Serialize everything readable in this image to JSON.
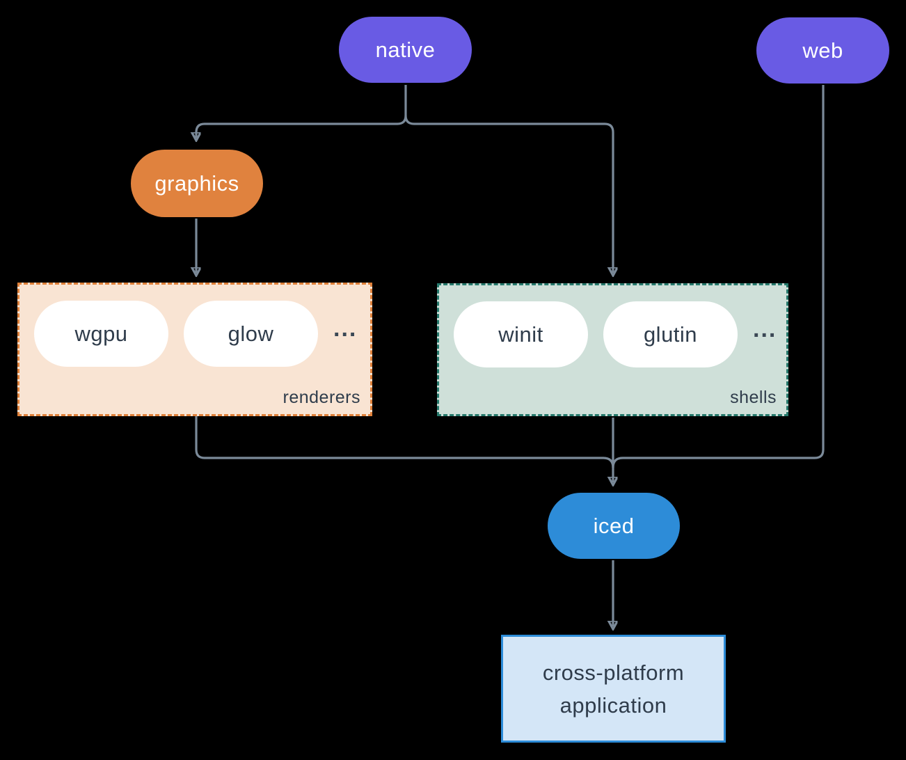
{
  "colors": {
    "background": "#000000",
    "native_web_pill": "#695be4",
    "graphics_pill": "#e0823e",
    "iced_pill": "#2d8cd8",
    "renderers_fill": "#f9e4d3",
    "renderers_border": "#e0813a",
    "shells_fill": "#cfe0d9",
    "shells_border": "#26796c",
    "application_fill": "#d4e6f7",
    "application_border": "#2d8cd8",
    "connector_line": "#7b8a99",
    "dark_text": "#2f3c4b",
    "pill_text": "#ffffff"
  },
  "nodes": {
    "native": {
      "label": "native"
    },
    "web": {
      "label": "web"
    },
    "graphics": {
      "label": "graphics"
    },
    "iced": {
      "label": "iced"
    },
    "application": {
      "line1": "cross-platform",
      "line2": "application"
    }
  },
  "groups": {
    "renderers": {
      "label": "renderers",
      "items": [
        "wgpu",
        "glow"
      ],
      "more": "..."
    },
    "shells": {
      "label": "shells",
      "items": [
        "winit",
        "glutin"
      ],
      "more": "..."
    }
  },
  "edges": [
    {
      "from": "native",
      "to": "graphics"
    },
    {
      "from": "native",
      "to": "shells"
    },
    {
      "from": "graphics",
      "to": "renderers"
    },
    {
      "from": "renderers",
      "to": "iced"
    },
    {
      "from": "shells",
      "to": "iced"
    },
    {
      "from": "web",
      "to": "iced"
    },
    {
      "from": "iced",
      "to": "application"
    }
  ]
}
